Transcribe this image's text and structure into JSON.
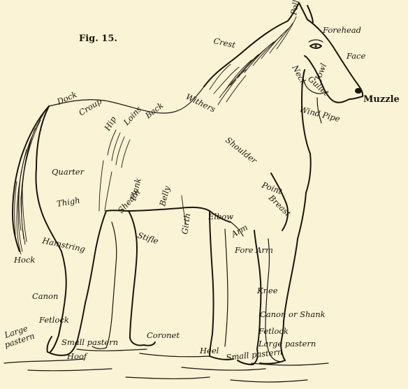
{
  "figure": {
    "title": "Fig. 15."
  },
  "labels": {
    "poll": "Poll",
    "forehead": "Forehead",
    "face": "Face",
    "muzzle": "Muzzle",
    "crest": "Crest",
    "neck": "Neck",
    "gullet": "Gullet",
    "jowl": "Jowl",
    "wind_pipe": "Wind Pipe",
    "dock": "Dock",
    "croup": "Croup",
    "hip": "Hip",
    "loins": "Loins",
    "back": "Back",
    "withers": "Withers",
    "shoulder": "Shoulder",
    "point": "Point",
    "breast": "Breast",
    "quarter": "Quarter",
    "flank": "Flank",
    "belly": "Belly",
    "sheath": "Sheath",
    "girth": "Girth",
    "elbow": "Elbow",
    "arm": "Arm",
    "thigh": "Thigh",
    "stifle": "Stifle",
    "hamstring": "Hamstring",
    "hock": "Hock",
    "fore_arm": "Fore Arm",
    "knee": "Knee",
    "canon_rear": "Canon",
    "canon_or_shank": "Canon or Shank",
    "fetlock_rear": "Fetlock",
    "fetlock_front": "Fetlock",
    "large_pastern_rear_1": "Large",
    "large_pastern_rear_2": "pastern",
    "small_pastern_rear": "Small pastern",
    "coronet": "Coronet",
    "hoof": "Hoof",
    "heel": "Heel",
    "small_pastern_front": "Small pastern",
    "large_pastern_front": "Large pastern"
  }
}
